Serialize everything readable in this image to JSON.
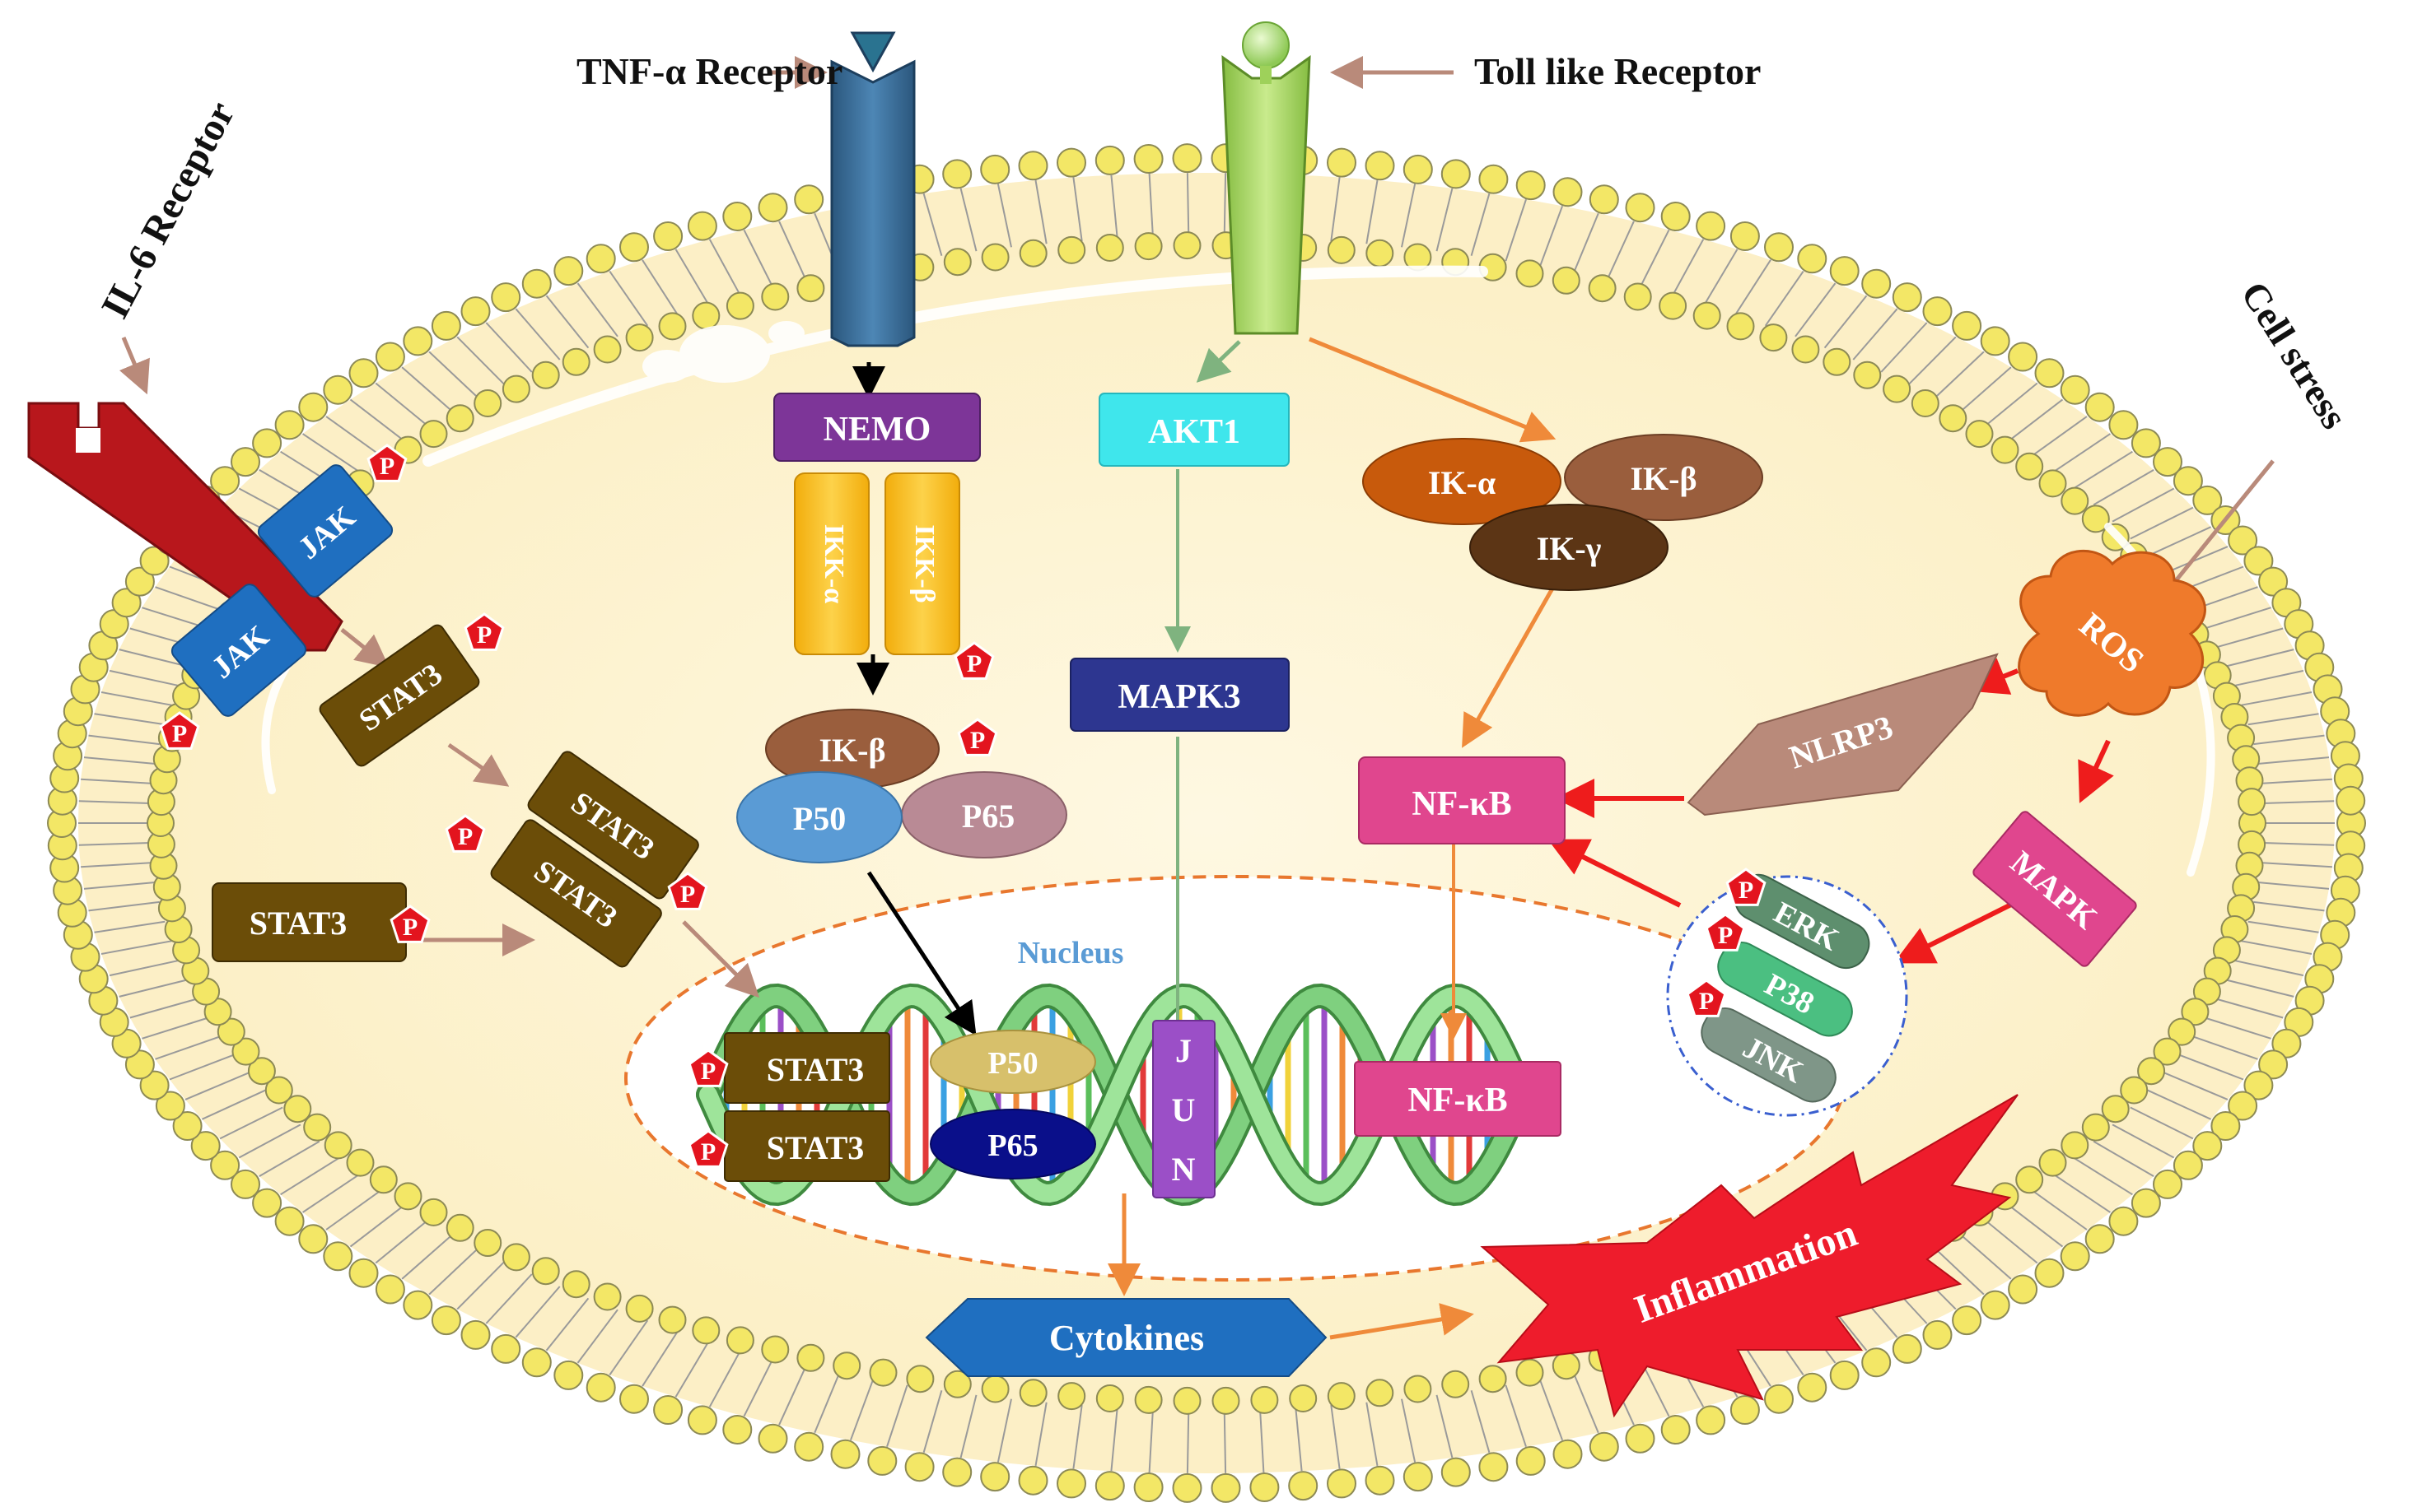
{
  "labels": {
    "tnf_receptor": "TNF-α Receptor",
    "toll_receptor": "Toll like Receptor",
    "il6_receptor": "IL-6 Receptor",
    "cell_stress": "Cell stress",
    "nucleus": "Nucleus",
    "cytokines": "Cytokines",
    "inflammation": "Inflammation"
  },
  "proteins": {
    "nemo": "NEMO",
    "ikk_alpha": "IKK-α",
    "ikk_beta": "IKK-β",
    "ik_beta_tnf": "IK-β",
    "p50": "P50",
    "p65": "P65",
    "akt1": "AKT1",
    "mapk3": "MAPK3",
    "ik_alpha": "IK-α",
    "ik_beta": "IK-β",
    "ik_gamma": "IK-γ",
    "nfkb": "NF-κB",
    "nfkb_nucleus": "NF-κB",
    "ros": "ROS",
    "nlrp3": "NLRP3",
    "mapk": "MAPK",
    "erk": "ERK",
    "p38": "P38",
    "jnk": "JNK",
    "jak": "JAK",
    "stat3": "STAT3",
    "jun": [
      "J",
      "U",
      "N"
    ],
    "phospho": "P"
  },
  "colors": {
    "membrane_head": "#f3e766",
    "cytoplasm": "#fdf3cf",
    "nucleus_border": "#e8772e",
    "arrow_orange": "#ef8a3a",
    "arrow_red": "#ee1c1c",
    "arrow_green": "#7fb37f",
    "arrow_tan": "#b98a7a",
    "stat3": "#6b4d08",
    "jak": "#1f6fc0",
    "nfkb": "#e0468e",
    "nemo": "#7d3598",
    "akt1": "#3fe6ec",
    "mapk3": "#2d3690",
    "ros": "#ef7a2b",
    "tnf_receptor": "#33668f",
    "toll_receptor": "#9ed15a",
    "il6_receptor": "#b8171c"
  }
}
